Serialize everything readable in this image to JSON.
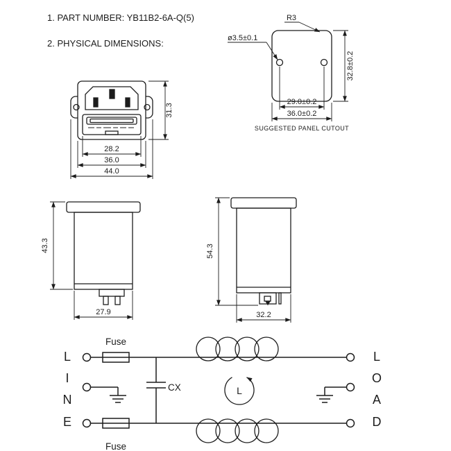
{
  "header": {
    "line1": "1. PART NUMBER: YB11B2-6A-Q(5)",
    "line2": "2. PHYSICAL DIMENSIONS:"
  },
  "front_view": {
    "dim_height": "31.3",
    "dim_fuse_width": "28.2",
    "dim_body_width": "36.0",
    "dim_total_width": "44.0"
  },
  "panel_cutout": {
    "radius_label": "R3",
    "hole_label": "ø3.5±0.1",
    "dim_hole_spacing": "29.0±0.2",
    "dim_width": "36.0±0.2",
    "dim_height": "32.8±0.2",
    "caption": "SUGGESTED PANEL CUTOUT"
  },
  "side_view_front": {
    "dim_height": "43.3",
    "dim_width": "27.9"
  },
  "side_view_side": {
    "dim_height": "54.3",
    "dim_width": "32.2"
  },
  "schematic": {
    "line_letters": [
      "L",
      "I",
      "N",
      "E"
    ],
    "load_letters": [
      "L",
      "O",
      "A",
      "D"
    ],
    "fuse_top_label": "Fuse",
    "fuse_bottom_label": "Fuse",
    "capacitor_label": "CX",
    "inductance_label": "L"
  }
}
